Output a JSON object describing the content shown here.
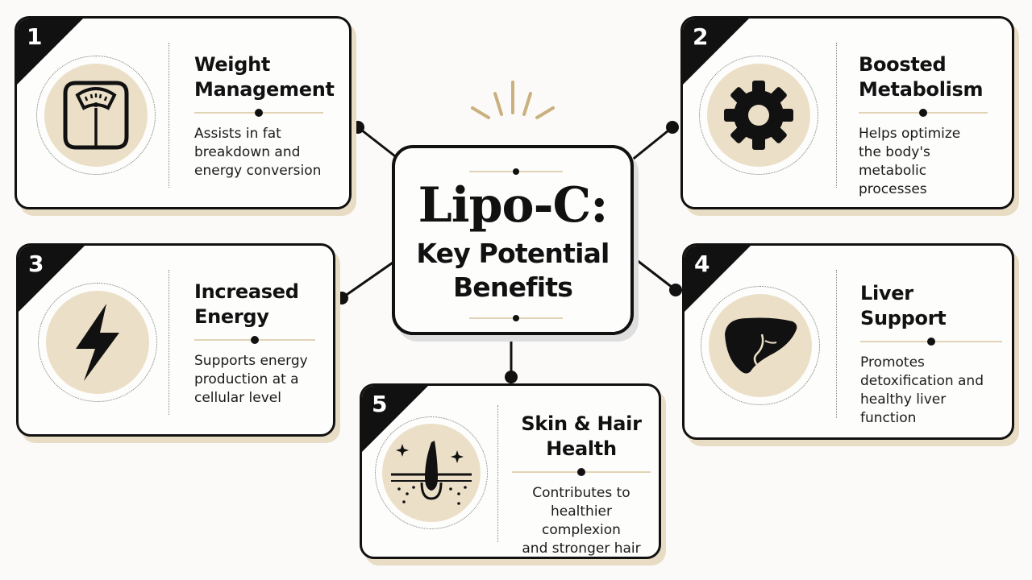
{
  "center": {
    "title": "Lipo-C:",
    "subtitle_line1": "Key Potential",
    "subtitle_line2": "Benefits"
  },
  "benefits": [
    {
      "number": "1",
      "title_line1": "Weight",
      "title_line2": "Management",
      "desc_lines": [
        "Assists in fat",
        "breakdown and",
        "energy conversion"
      ],
      "icon": "scale-icon"
    },
    {
      "number": "2",
      "title_line1": "Boosted",
      "title_line2": "Metabolism",
      "desc_lines": [
        "Helps optimize",
        "the body's",
        "metabolic processes"
      ],
      "icon": "gear-icon"
    },
    {
      "number": "3",
      "title_line1": "Increased",
      "title_line2": "Energy",
      "desc_lines": [
        "Supports energy",
        "production at a",
        "cellular level"
      ],
      "icon": "lightning-bolt-icon"
    },
    {
      "number": "4",
      "title_line1": "Liver",
      "title_line2": "Support",
      "desc_lines": [
        "Promotes",
        "detoxification and",
        "healthy liver function"
      ],
      "icon": "liver-icon"
    },
    {
      "number": "5",
      "title_line1": "Skin & Hair",
      "title_line2": "Health",
      "desc_lines": [
        "Contributes to",
        "healthier complexion",
        "and stronger hair"
      ],
      "icon": "hair-follicle-icon"
    }
  ],
  "colors": {
    "ink": "#111111",
    "beige": "#ecdfc7",
    "shadow": "#e8dcc4",
    "sparkle": "#c9b07e"
  }
}
